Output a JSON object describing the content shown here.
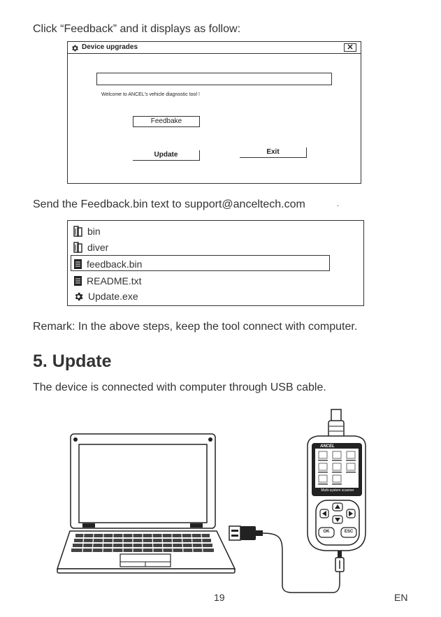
{
  "intro": "Click “Feedback” and it displays as follow:",
  "dialog": {
    "title": "Device upgrades",
    "close_label": "✕",
    "welcome": "Welcome to ANCEL's vehicle diagnostic tool !",
    "feedback_button": "Feedbake",
    "update_button": "Update",
    "exit_button": "Exit"
  },
  "send_text": "Send the Feedback.bin text to support@anceltech.com",
  "send_dot": ".",
  "files": [
    {
      "name": "bin",
      "icon": "folder-icon"
    },
    {
      "name": "diver",
      "icon": "folder-icon"
    },
    {
      "name": "feedback.bin",
      "icon": "document-icon"
    },
    {
      "name": "README.txt",
      "icon": "document-icon"
    },
    {
      "name": "Update.exe",
      "icon": "gear-icon"
    }
  ],
  "remark": "Remark: In the above steps, keep the tool connect with computer.",
  "section_heading": "5. Update",
  "update_text": "The device is connected with computer through USB cable.",
  "scanner": {
    "brand": "ANCEL",
    "model": "",
    "screen_caption": "Multi-system scanner",
    "ok_label": "OK",
    "esc_label": "ESC"
  },
  "footer": {
    "page_number": "19",
    "language": "EN"
  }
}
